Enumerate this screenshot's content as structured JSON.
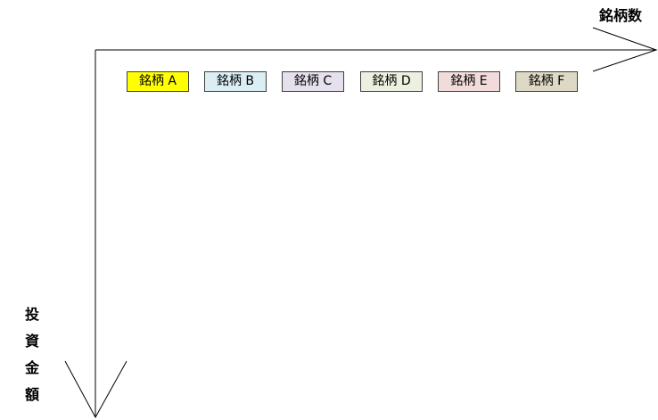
{
  "x_axis": {
    "label": "銘柄数"
  },
  "y_axis": {
    "label_chars": [
      "投",
      "資",
      "金",
      "額"
    ]
  },
  "stocks": [
    {
      "label": "銘柄 A",
      "color": "#ffff00"
    },
    {
      "label": "銘柄 B",
      "color": "#daeef3"
    },
    {
      "label": "銘柄 C",
      "color": "#e5e0ec"
    },
    {
      "label": "銘柄 D",
      "color": "#ebf1de"
    },
    {
      "label": "銘柄 E",
      "color": "#f2dcdb"
    },
    {
      "label": "銘柄 F",
      "color": "#ddd9c4"
    }
  ]
}
